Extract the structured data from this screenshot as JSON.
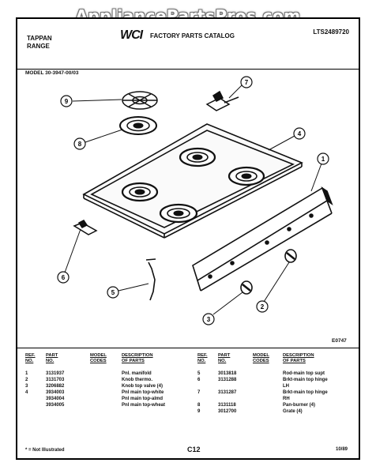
{
  "watermark": "AppliancePartsPros.com",
  "header": {
    "brand_line1": "TAPPAN",
    "brand_line2": "RANGE",
    "logo": "WCI",
    "catalog_title": "FACTORY PARTS CATALOG",
    "catalog_number": "LTS2489720"
  },
  "model": "MODEL 30-3947-00/03",
  "diagram_code": "E0747",
  "callouts": [
    "1",
    "2",
    "3",
    "4",
    "5",
    "6",
    "7",
    "8",
    "9"
  ],
  "table_headers": {
    "ref": [
      "REF.",
      "NO."
    ],
    "part": [
      "PART",
      "NO."
    ],
    "model_codes": [
      "MODEL",
      "CODES"
    ],
    "description": [
      "DESCRIPTION",
      "OF PARTS"
    ]
  },
  "parts_left": [
    {
      "ref": "1",
      "part": "3131937",
      "desc": "Pnl. manifold"
    },
    {
      "ref": "2",
      "part": "3131703",
      "desc": "Knob thermo."
    },
    {
      "ref": "3",
      "part": "3206882",
      "desc": "Knob top valve (4)"
    },
    {
      "ref": "4",
      "part": "3934003",
      "desc": "Pnl main top-white"
    },
    {
      "ref": "",
      "part": "3934004",
      "desc": "Pnl main top-almd"
    },
    {
      "ref": "",
      "part": "3934005",
      "desc": "Pnl main top-wheat"
    }
  ],
  "parts_right": [
    {
      "ref": "5",
      "part": "3013818",
      "desc": "Rod-main top supt"
    },
    {
      "ref": "6",
      "part": "3131288",
      "desc": "Brkt-main top hinge"
    },
    {
      "ref": "",
      "part": "",
      "desc": "LH"
    },
    {
      "ref": "7",
      "part": "3131287",
      "desc": "Brkt-main top hinge"
    },
    {
      "ref": "",
      "part": "",
      "desc": "RH"
    },
    {
      "ref": "8",
      "part": "3131118",
      "desc": "Pan-burner (4)"
    },
    {
      "ref": "9",
      "part": "3012700",
      "desc": "Grate (4)"
    }
  ],
  "footer": {
    "note": "* = Not Illustrated",
    "page_code": "C12",
    "date": "10/89"
  }
}
